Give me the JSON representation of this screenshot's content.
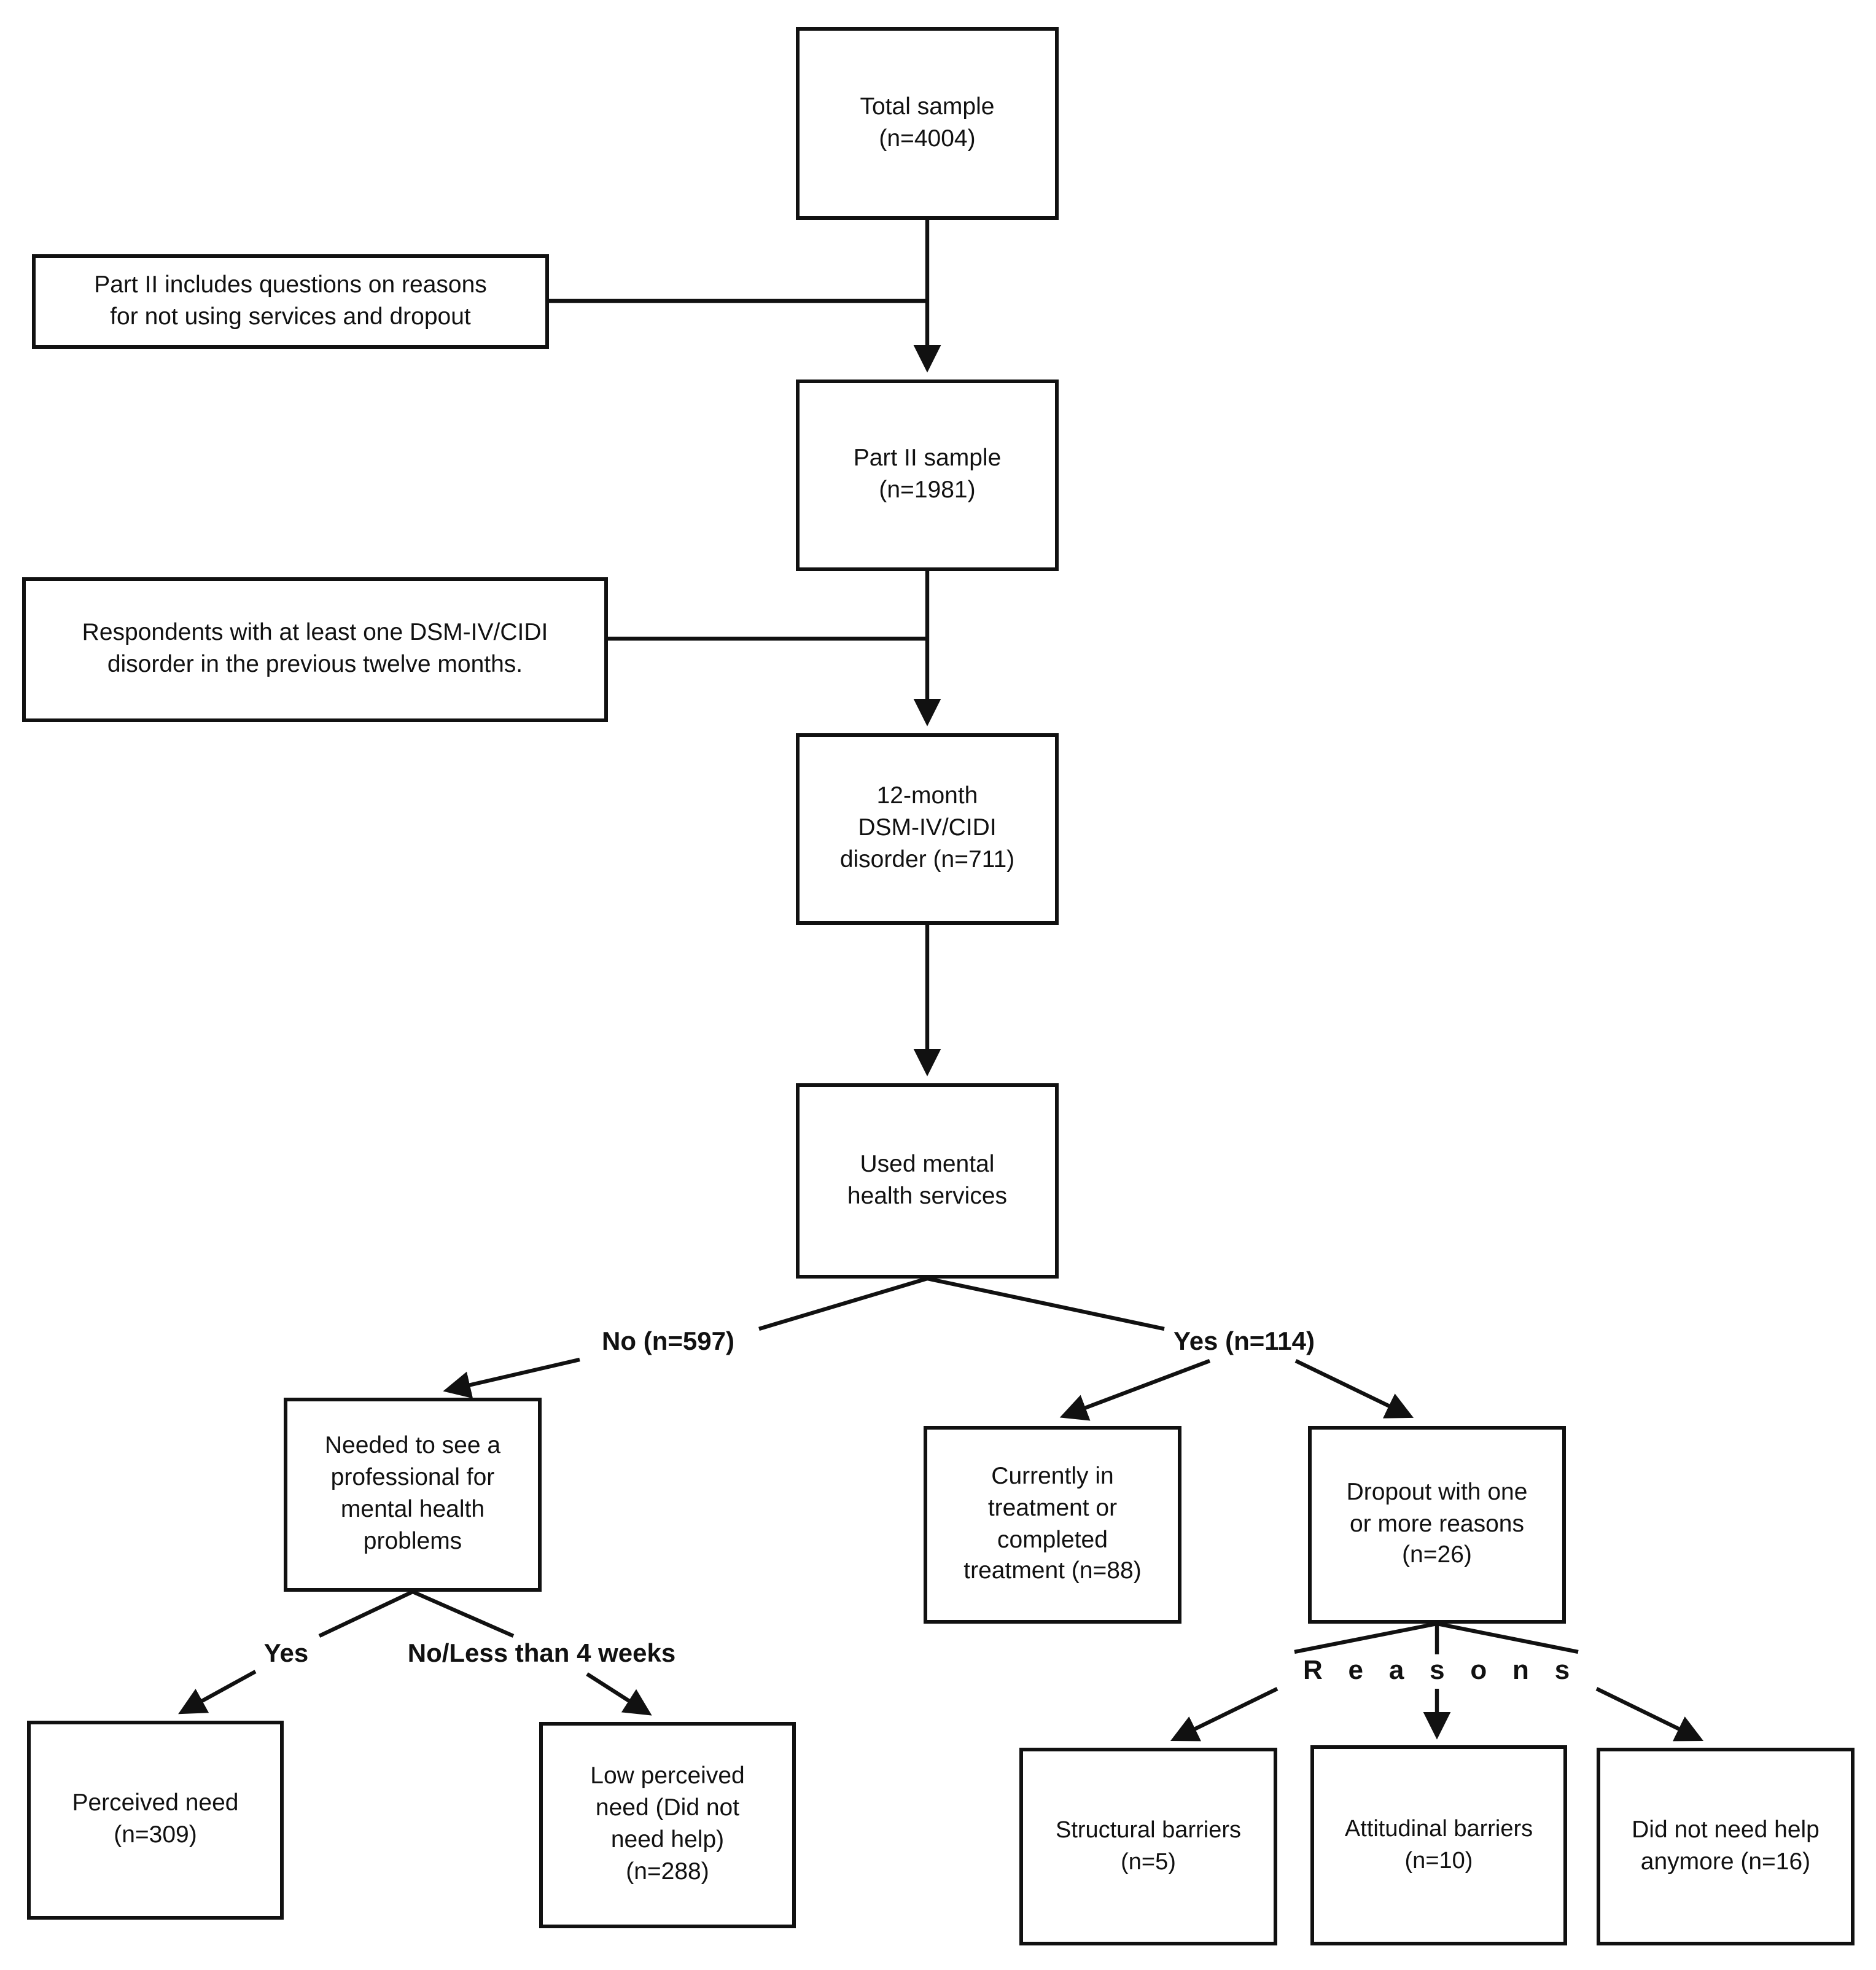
{
  "flowchart": {
    "nodes": {
      "total_sample": "Total sample\n(n=4004)",
      "part2_note": "Part II includes questions on reasons\nfor not using services and dropout",
      "part2_sample": "Part II sample\n(n=1981)",
      "dsm_note": "Respondents with at least one DSM-IV/CIDI\ndisorder in the previous twelve months.",
      "dsm_disorder": "12-month\nDSM-IV/CIDI\ndisorder (n=711)",
      "used_services": "Used mental\nhealth services",
      "needed_professional": "Needed to see a\nprofessional for\nmental health\nproblems",
      "in_treatment": "Currently in\ntreatment or\ncompleted\ntreatment (n=88)",
      "dropout": "Dropout with one\nor more reasons\n(n=26)",
      "perceived_need": "Perceived need\n(n=309)",
      "low_perceived_need": "Low perceived\nneed (Did not\nneed help)\n(n=288)",
      "structural_barriers": "Structural barriers\n(n=5)",
      "attitudinal_barriers": "Attitudinal barriers\n(n=10)",
      "did_not_need_help": "Did not need help\nanymore (n=16)"
    },
    "branch_labels": {
      "no": "No (n=597)",
      "yes": "Yes (n=114)",
      "yes_need": "Yes",
      "no_less": "No/Less than 4 weeks",
      "reasons": "Reasons"
    },
    "edges": [
      {
        "from": "total_sample",
        "to": "part2_sample",
        "label": ""
      },
      {
        "from": "part2_note",
        "to": "total_sample-part2_sample-connector",
        "label": ""
      },
      {
        "from": "part2_sample",
        "to": "dsm_disorder",
        "label": ""
      },
      {
        "from": "dsm_note",
        "to": "part2_sample-dsm_disorder-connector",
        "label": ""
      },
      {
        "from": "dsm_disorder",
        "to": "used_services",
        "label": ""
      },
      {
        "from": "used_services",
        "to": "needed_professional",
        "label": "No (n=597)"
      },
      {
        "from": "used_services",
        "to": "in_treatment",
        "label": "Yes (n=114)"
      },
      {
        "from": "used_services",
        "to": "dropout",
        "label": "Yes (n=114)"
      },
      {
        "from": "needed_professional",
        "to": "perceived_need",
        "label": "Yes"
      },
      {
        "from": "needed_professional",
        "to": "low_perceived_need",
        "label": "No/Less than 4 weeks"
      },
      {
        "from": "dropout",
        "to": "structural_barriers",
        "label": "Reasons"
      },
      {
        "from": "dropout",
        "to": "attitudinal_barriers",
        "label": "Reasons"
      },
      {
        "from": "dropout",
        "to": "did_not_need_help",
        "label": "Reasons"
      }
    ],
    "colors": {
      "line": "#111111",
      "box_border": "#111111",
      "text": "#111111",
      "background": "#ffffff"
    }
  }
}
